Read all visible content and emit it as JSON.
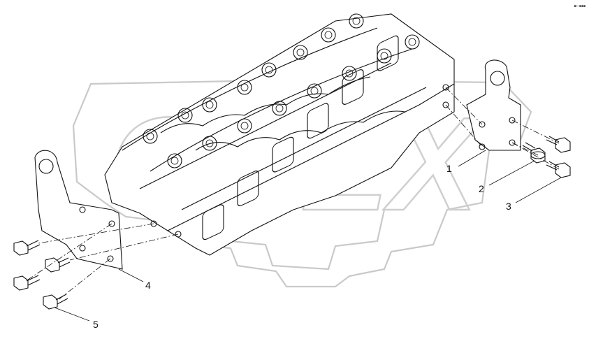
{
  "diagram": {
    "corner_mark": "■□ ■■■",
    "watermark_text": "CNEX",
    "callouts": [
      {
        "id": "1",
        "label": "1"
      },
      {
        "id": "2",
        "label": "2"
      },
      {
        "id": "3",
        "label": "3"
      },
      {
        "id": "4",
        "label": "4"
      },
      {
        "id": "5",
        "label": "5"
      }
    ]
  }
}
